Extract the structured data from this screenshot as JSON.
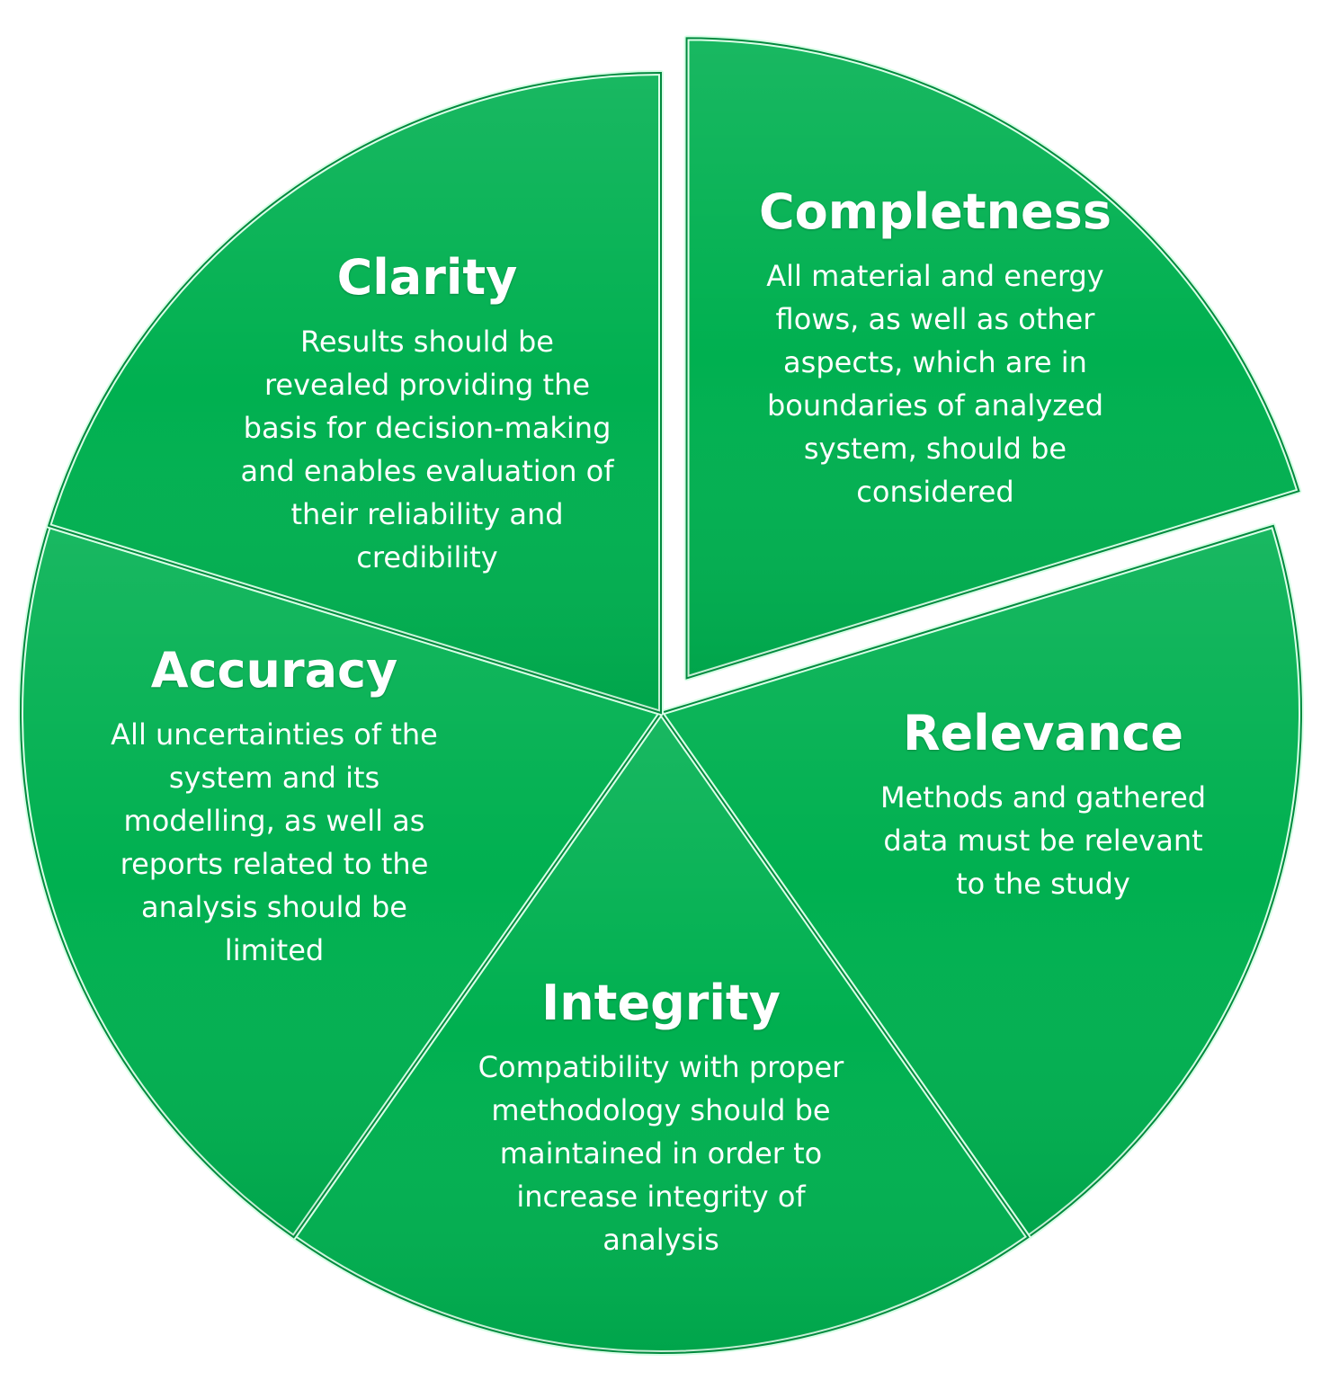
{
  "diagram": {
    "type": "exploded-pie",
    "fill_color": "#00b050",
    "highlight_color": "#d8ffe6",
    "background_color": "#ffffff",
    "segments": [
      {
        "id": "completness",
        "title": "Completness",
        "exploded": true,
        "text": "All material and energy\nflows, as well as other\naspects, which are in\nboundaries of analyzed\nsystem, should be\nconsidered"
      },
      {
        "id": "relevance",
        "title": "Relevance",
        "exploded": false,
        "text": "Methods and gathered\ndata must be relevant\nto the study"
      },
      {
        "id": "integrity",
        "title": "Integrity",
        "exploded": false,
        "text": "Compatibility with proper\nmethodology should be\nmaintained in order to\nincrease integrity of\nanalysis"
      },
      {
        "id": "accuracy",
        "title": "Accuracy",
        "exploded": false,
        "text": "All uncertainties of the\nsystem and its\nmodelling, as well as\nreports related to the\nanalysis should be\nlimited"
      },
      {
        "id": "clarity",
        "title": "Clarity",
        "exploded": false,
        "text": "Results should be\nrevealed providing the\nbasis for decision-making\nand enables evaluation of\ntheir reliability and\ncredibility"
      }
    ]
  }
}
